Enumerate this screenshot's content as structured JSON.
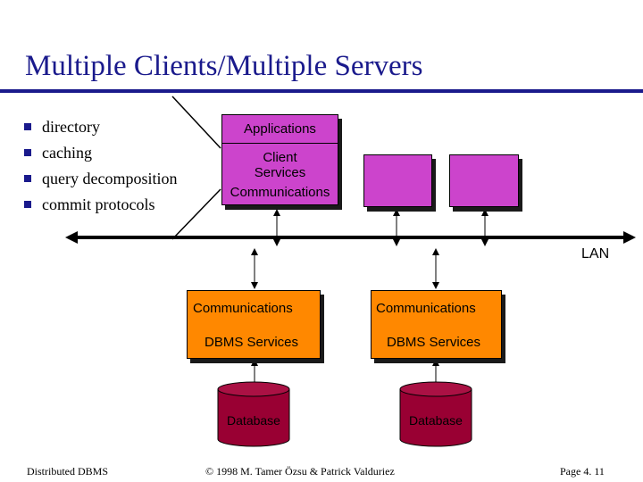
{
  "title": "Multiple Clients/Multiple Servers",
  "bullets": [
    "directory",
    "caching",
    "query decomposition",
    "commit protocols"
  ],
  "client": {
    "applications": "Applications",
    "client_services_line1": "Client",
    "client_services_line2": "Services",
    "communications": "Communications"
  },
  "lan_label": "LAN",
  "servers": [
    {
      "communications": "Communications",
      "dbms_services": "DBMS Services",
      "database": "Database"
    },
    {
      "communications": "Communications",
      "dbms_services": "DBMS Services",
      "database": "Database"
    }
  ],
  "footer": {
    "left": "Distributed DBMS",
    "center": "© 1998 M. Tamer Özsu & Patrick Valduriez",
    "right": "Page 4. 11"
  },
  "colors": {
    "title": "#1a1a8c",
    "client_box": "#cc44cc",
    "server_box": "#ff8800",
    "database": "#990033"
  }
}
